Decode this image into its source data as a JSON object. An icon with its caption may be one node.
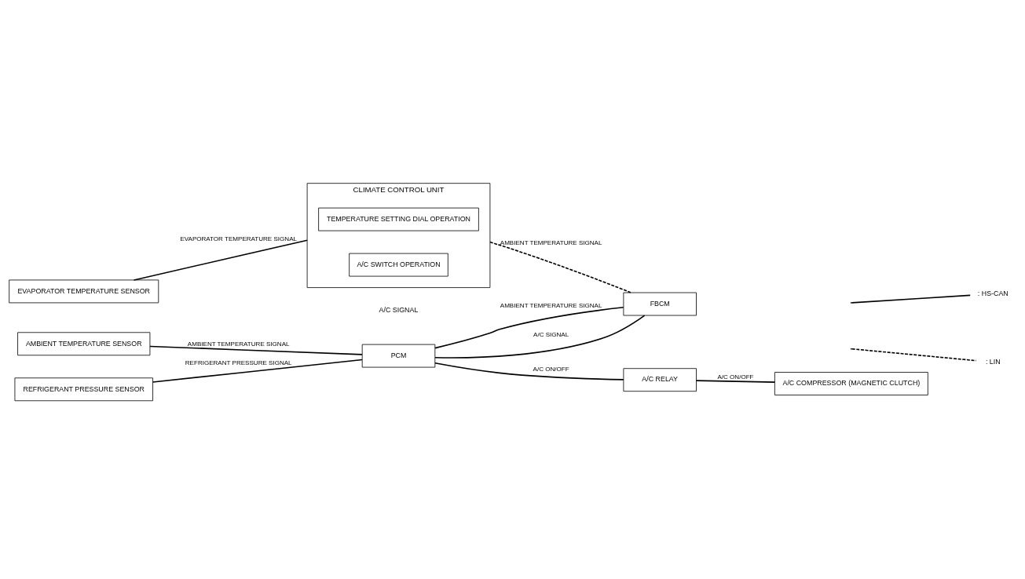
{
  "diagram": {
    "nodes": [
      {
        "text": [
          "EVAPORATOR TEMPERATURE SENSOR"
        ]
      },
      {
        "text": [
          "CLIMATE CONTROL UNIT"
        ]
      },
      {
        "text": [
          "TEMPERATURE SETTING DIAL OPERATION"
        ],
        "in": 1
      },
      {
        "text": [
          "A/C SWITCH OPERATION"
        ],
        "in": 1
      },
      {
        "text": [
          "AMBIENT TEMPERATURE SENSOR"
        ]
      },
      {
        "text": [
          "REFRIGERANT PRESSURE SENSOR"
        ]
      },
      {
        "text": [
          "PCM"
        ]
      },
      {
        "text": [
          "FBCM"
        ]
      },
      {
        "text": [
          "A/C RELAY"
        ]
      },
      {
        "text": [
          "A/C COMPRESSOR (MAGNETIC CLUTCH)"
        ]
      }
    ],
    "edges": [
      {
        "from": 0,
        "to": 1,
        "arrow": "none",
        "label": "EVAPORATOR TEMPERATURE SIGNAL"
      },
      {
        "from": 1,
        "to": 7,
        "arrow": "none",
        "label": "AMBIENT TEMPERATURE SIGNAL",
        "style": "dashed"
      },
      {
        "from": 4,
        "to": 6,
        "arrow": "none",
        "label": "AMBIENT TEMPERATURE SIGNAL"
      },
      {
        "from": 5,
        "to": 6,
        "arrow": "none",
        "label": "REFRIGERANT PRESSURE SIGNAL"
      },
      {
        "from": 6,
        "to": 7,
        "arrow": "none",
        "label": "AMBIENT TEMPERATURE SIGNAL"
      },
      {
        "from": 6,
        "to": 7,
        "arrow": "none",
        "label": "A/C SIGNAL"
      },
      {
        "from": 6,
        "to": 8,
        "arrow": "none",
        "label": "A/C ON/OFF"
      },
      {
        "from": 8,
        "to": 9,
        "arrow": "none",
        "label": "A/C ON/OFF"
      }
    ],
    "labels": [
      "A/C SIGNAL"
    ],
    "legend": [
      {
        "text": ": HS-CAN"
      },
      {
        "text": ": LIN"
      }
    ]
  }
}
